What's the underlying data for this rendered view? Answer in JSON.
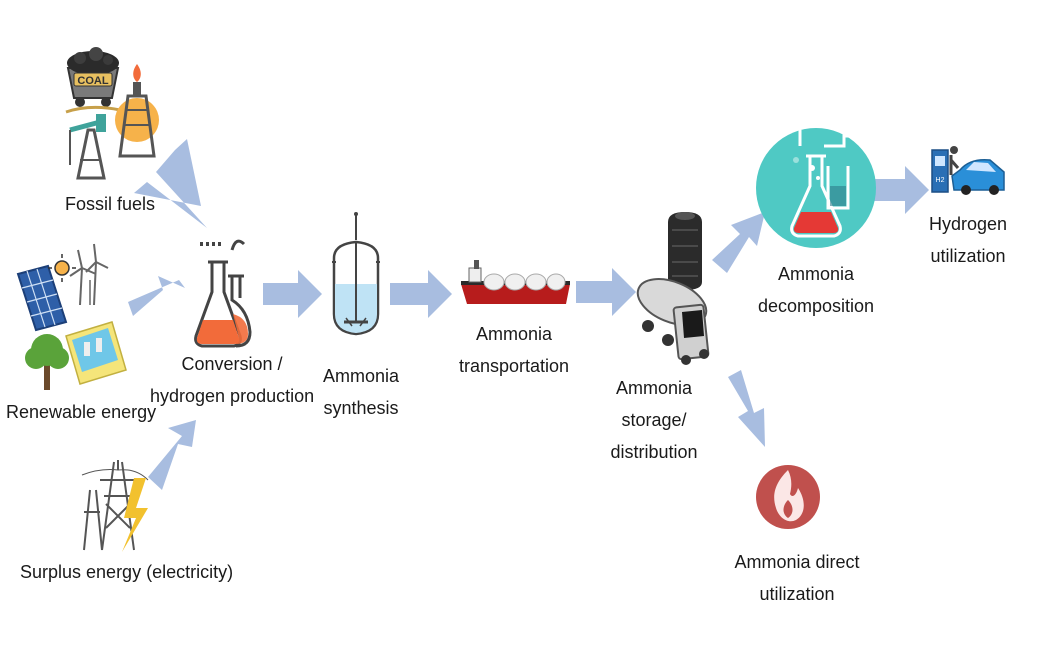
{
  "colors": {
    "arrow": "#a8bde0",
    "flask_orange": "#f26b3a",
    "flask_red": "#e53935",
    "teal_circle": "#4fc9c4",
    "flame_circle": "#c0504d",
    "ship_hull": "#b71c1c",
    "solar": "#2e5fa8",
    "tree": "#5aa33a"
  },
  "nodes": {
    "fossil": {
      "label": "Fossil fuels",
      "coal_text": "COAL",
      "icons": [
        "coal-cart-icon",
        "gas-flare-icon",
        "oil-pump-icon"
      ]
    },
    "renewable": {
      "label": "Renewable energy",
      "icons": [
        "solar-panel-icon",
        "sun-icon",
        "wind-turbine-icon",
        "tree-icon",
        "dam-icon"
      ]
    },
    "surplus": {
      "label": "Surplus energy (electricity)",
      "icons": [
        "power-tower-icon",
        "lightning-icon"
      ]
    },
    "conversion": {
      "label_lines": [
        "Conversion /",
        "hydrogen production"
      ],
      "icon": "lab-flask-icon"
    },
    "synthesis": {
      "label_lines": [
        "Ammonia",
        "synthesis"
      ],
      "icon": "reactor-vessel-icon"
    },
    "transport": {
      "label_lines": [
        "Ammonia",
        "transportation"
      ],
      "icon": "tanker-ship-icon"
    },
    "storage": {
      "label_lines": [
        "Ammonia",
        "storage/",
        "distribution"
      ],
      "icons": [
        "storage-tank-icon",
        "tanker-truck-icon"
      ]
    },
    "decomposition": {
      "label_lines": [
        "Ammonia",
        "decomposition"
      ],
      "icon": "reaction-flask-icon"
    },
    "hydrogen": {
      "label_lines": [
        "Hydrogen",
        "utilization"
      ],
      "icon": "hydrogen-car-icon",
      "pump_text": "H2"
    },
    "direct": {
      "label_lines": [
        "Ammonia direct",
        "utilization"
      ],
      "icon": "flame-icon"
    }
  },
  "flows": [
    {
      "from": "fossil",
      "to": "conversion"
    },
    {
      "from": "renewable",
      "to": "conversion"
    },
    {
      "from": "surplus",
      "to": "conversion"
    },
    {
      "from": "conversion",
      "to": "synthesis"
    },
    {
      "from": "synthesis",
      "to": "transport"
    },
    {
      "from": "transport",
      "to": "storage"
    },
    {
      "from": "storage",
      "to": "decomposition"
    },
    {
      "from": "decomposition",
      "to": "hydrogen"
    },
    {
      "from": "storage",
      "to": "direct"
    }
  ]
}
